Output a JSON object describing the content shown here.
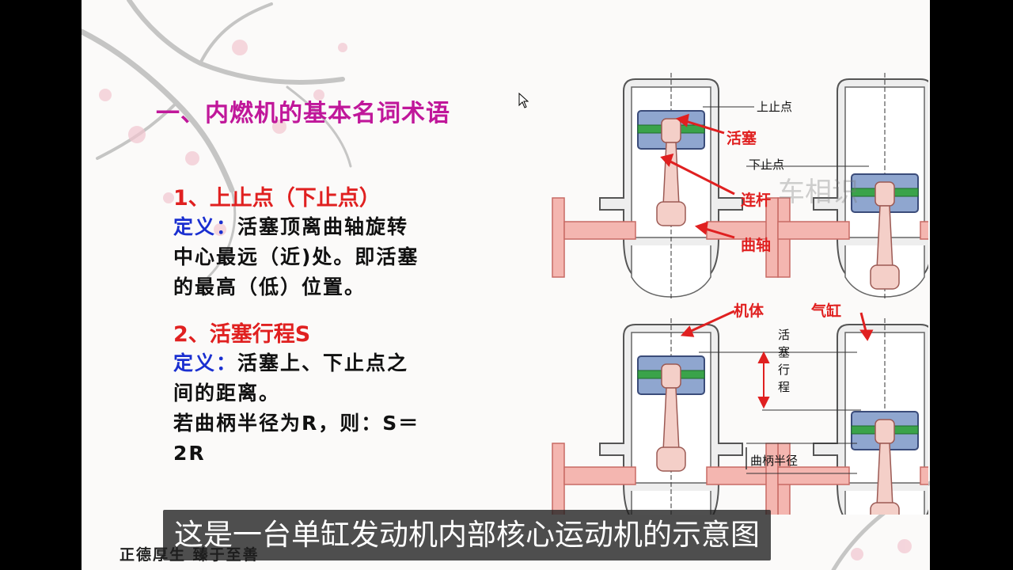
{
  "slide": {
    "title": "一、内燃机的基本名词术语",
    "item1": {
      "heading": "1、上止点（下止点）",
      "def_label": "定义：",
      "line1": "活塞顶离曲轴旋转",
      "line2": "中心最远（近)处。即活塞",
      "line3": "的最高（低）位置。"
    },
    "item2": {
      "heading": "2、活塞行程S",
      "def_label": "定义：",
      "line1": "活塞上、下止点之",
      "line2": "间的距离。",
      "line3": "若曲柄半径为R，则：S＝",
      "line4": "2R"
    },
    "footer_motto": "正德厚生 臻于至善"
  },
  "diagram": {
    "labels": {
      "tdc": "上止点",
      "piston": "活塞",
      "bdc": "下止点",
      "rod": "连杆",
      "crank": "曲轴",
      "body": "机体",
      "cylinder": "气缸",
      "stroke": [
        "活",
        "塞",
        "行",
        "程"
      ],
      "crank_radius": "曲柄半径"
    },
    "watermark": "车相识",
    "colors": {
      "label_red": "#e02020",
      "crank_pink": "#f4b6b0",
      "piston_blue": "#8fa6cf",
      "pin_green": "#3aa34a"
    }
  },
  "subtitle": "这是一台单缸发动机内部核心运动机的示意图"
}
